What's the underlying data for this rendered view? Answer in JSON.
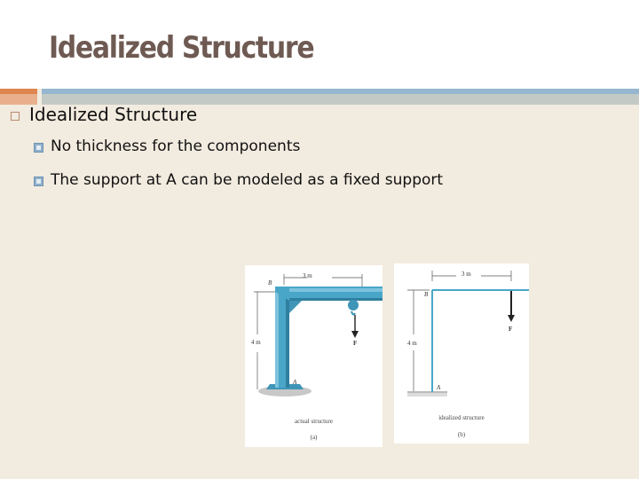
{
  "slide": {
    "title": "Idealized Structure",
    "bullets": [
      {
        "label": "Idealized Structure",
        "icon": "hollow-square-bullet-icon",
        "children": [
          {
            "label": "No thickness for the components",
            "icon": "filled-square-bullet-icon"
          },
          {
            "label": "The support at A can be modeled as a fixed support",
            "icon": "filled-square-bullet-icon"
          }
        ]
      }
    ]
  },
  "figures": {
    "actual": {
      "caption": "actual structure",
      "sublabel": "(a)",
      "dim_horizontal": "3 m",
      "dim_vertical": "4 m",
      "point_top": "B",
      "point_bottom": "A",
      "force": "F"
    },
    "idealized": {
      "caption": "idealized structure",
      "sublabel": "(b)",
      "dim_horizontal": "3 m",
      "dim_vertical": "4 m",
      "point_top": "B",
      "point_bottom": "A",
      "force": "F"
    }
  },
  "colors": {
    "title": "#6e5a52",
    "background": "#f2ebdf",
    "accent_orange": "#de8650",
    "accent_blue": "#97b6cf",
    "member_blue": "#4aa6c8"
  }
}
